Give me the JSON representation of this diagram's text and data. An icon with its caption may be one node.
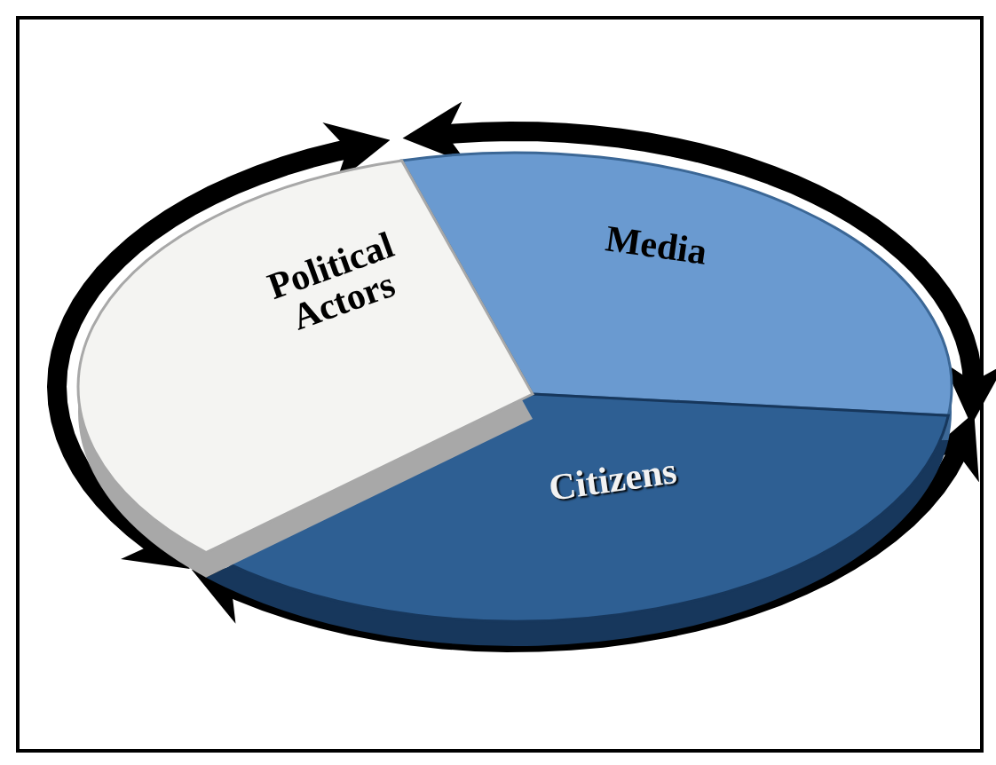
{
  "diagram": {
    "nodes": [
      {
        "text": [
          "Political Actors"
        ]
      },
      {
        "text": [
          "Media"
        ]
      },
      {
        "text": [
          "Citizens"
        ]
      }
    ],
    "edges": [
      {
        "from": 0,
        "to": 1,
        "arrow": "both"
      },
      {
        "from": 1,
        "to": 2,
        "arrow": "both"
      },
      {
        "from": 2,
        "to": 0,
        "arrow": "both"
      }
    ]
  }
}
